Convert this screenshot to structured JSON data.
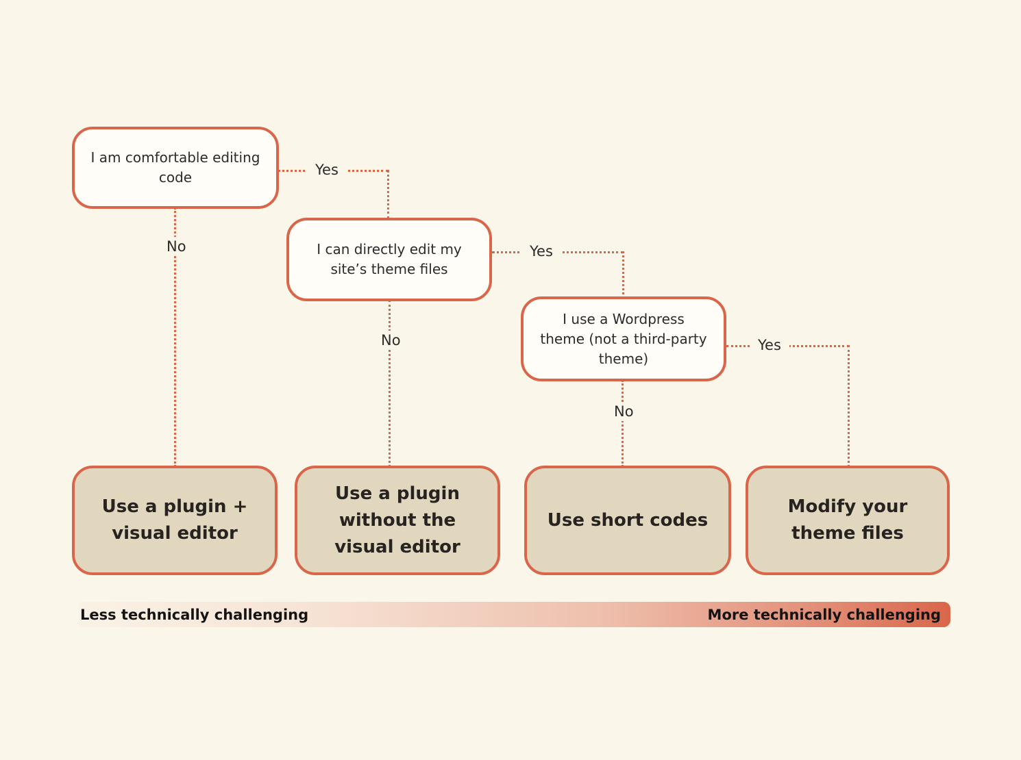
{
  "colors": {
    "background": "#FBF6EA",
    "accent": "#D9664A",
    "outcome_fill": "#E1D6BE",
    "text": "#2B2B2B"
  },
  "decisions": [
    {
      "label": "I am comfortable editing code"
    },
    {
      "label": "I can directly edit my site’s theme files"
    },
    {
      "label": "I use a Wordpress theme (not a third-party theme)"
    }
  ],
  "edges": {
    "e1_yes": "Yes",
    "e1_no": "No",
    "e2_yes": "Yes",
    "e2_no": "No",
    "e3_yes": "Yes",
    "e3_no": "No"
  },
  "outcomes": [
    {
      "label": "Use a plugin + visual editor"
    },
    {
      "label": "Use a plugin without the visual editor"
    },
    {
      "label": "Use short codes"
    },
    {
      "label": "Modify your theme files"
    }
  ],
  "scale": {
    "left_label": "Less technically challenging",
    "right_label": "More technically challenging"
  }
}
